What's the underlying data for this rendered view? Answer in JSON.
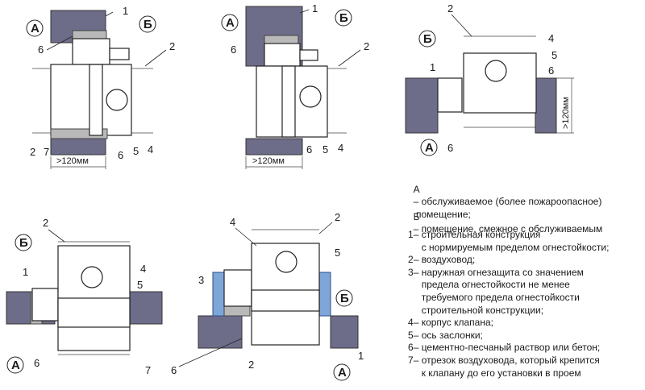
{
  "room_labels": {
    "a": "А",
    "b": "Б"
  },
  "dimension": ">120мм",
  "dimension_vertical": ">120мм",
  "numbers": [
    "1",
    "2",
    "3",
    "4",
    "5",
    "6",
    "7"
  ],
  "room_notes": [
    {
      "symbol": "А",
      "text": "– обслуживаемое (более пожароопасное)\n   помещение;"
    },
    {
      "symbol": "Б",
      "text": "– помещение, смежное с обслуживаемым"
    }
  ],
  "legend": [
    {
      "key": "1",
      "text": "– строительная конструкция\n   с нормируемым пределом огнестойкости;"
    },
    {
      "key": "2",
      "text": "– воздуховод;"
    },
    {
      "key": "3",
      "text": "– наружная огнезащита со значением\n   предела огнестойкости не менее\n   требуемого предела огнестойкости\n   строительной конструкции;"
    },
    {
      "key": "4",
      "text": "– корпус клапана;"
    },
    {
      "key": "5",
      "text": "– ось заслонки;"
    },
    {
      "key": "6",
      "text": "– цементно-песчаный раствор или бетон;"
    },
    {
      "key": "7",
      "text": "– отрезок воздуховода, который крепится\n   к клапану до его установки в проем"
    }
  ]
}
